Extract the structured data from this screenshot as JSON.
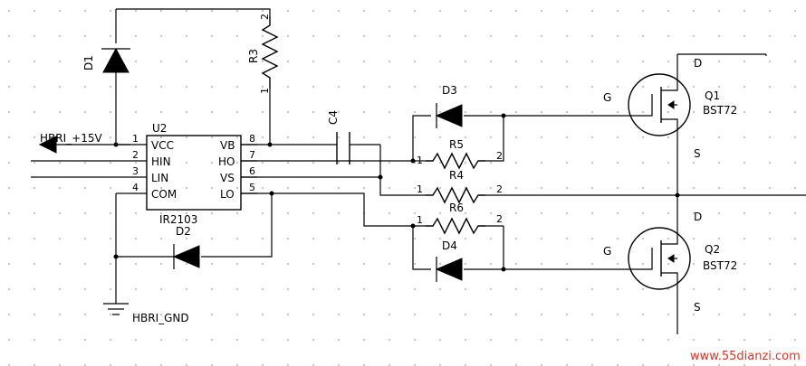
{
  "ic": {
    "ref": "U2",
    "part": "IR2103",
    "pins_left": [
      {
        "num": "1",
        "name": "VCC"
      },
      {
        "num": "2",
        "name": "HIN"
      },
      {
        "num": "3",
        "name": "LIN"
      },
      {
        "num": "4",
        "name": "COM"
      }
    ],
    "pins_right": [
      {
        "num": "8",
        "name": "VB"
      },
      {
        "num": "7",
        "name": "HO"
      },
      {
        "num": "6",
        "name": "VS"
      },
      {
        "num": "5",
        "name": "LO"
      }
    ]
  },
  "power": {
    "supply": "HBRI_+15V",
    "ground": "HBRI_GND"
  },
  "diodes": {
    "d1": "D1",
    "d2": "D2",
    "d3": "D3",
    "d4": "D4"
  },
  "capacitor": "C4",
  "resistors": {
    "r3": {
      "ref": "R3",
      "pin_a": "1",
      "pin_b": "2"
    },
    "r4": {
      "ref": "R4",
      "pin_a": "1",
      "pin_b": "2"
    },
    "r5": {
      "ref": "R5",
      "pin_a": "1",
      "pin_b": "2"
    },
    "r6": {
      "ref": "R6",
      "pin_a": "1",
      "pin_b": "2"
    }
  },
  "transistors": {
    "q1": {
      "ref": "Q1",
      "part": "BST72",
      "gate": "G",
      "drain": "D",
      "source": "S"
    },
    "q2": {
      "ref": "Q2",
      "part": "BST72",
      "gate": "G",
      "drain": "D",
      "source": "S"
    }
  },
  "watermark": "www.55dianzi.com"
}
